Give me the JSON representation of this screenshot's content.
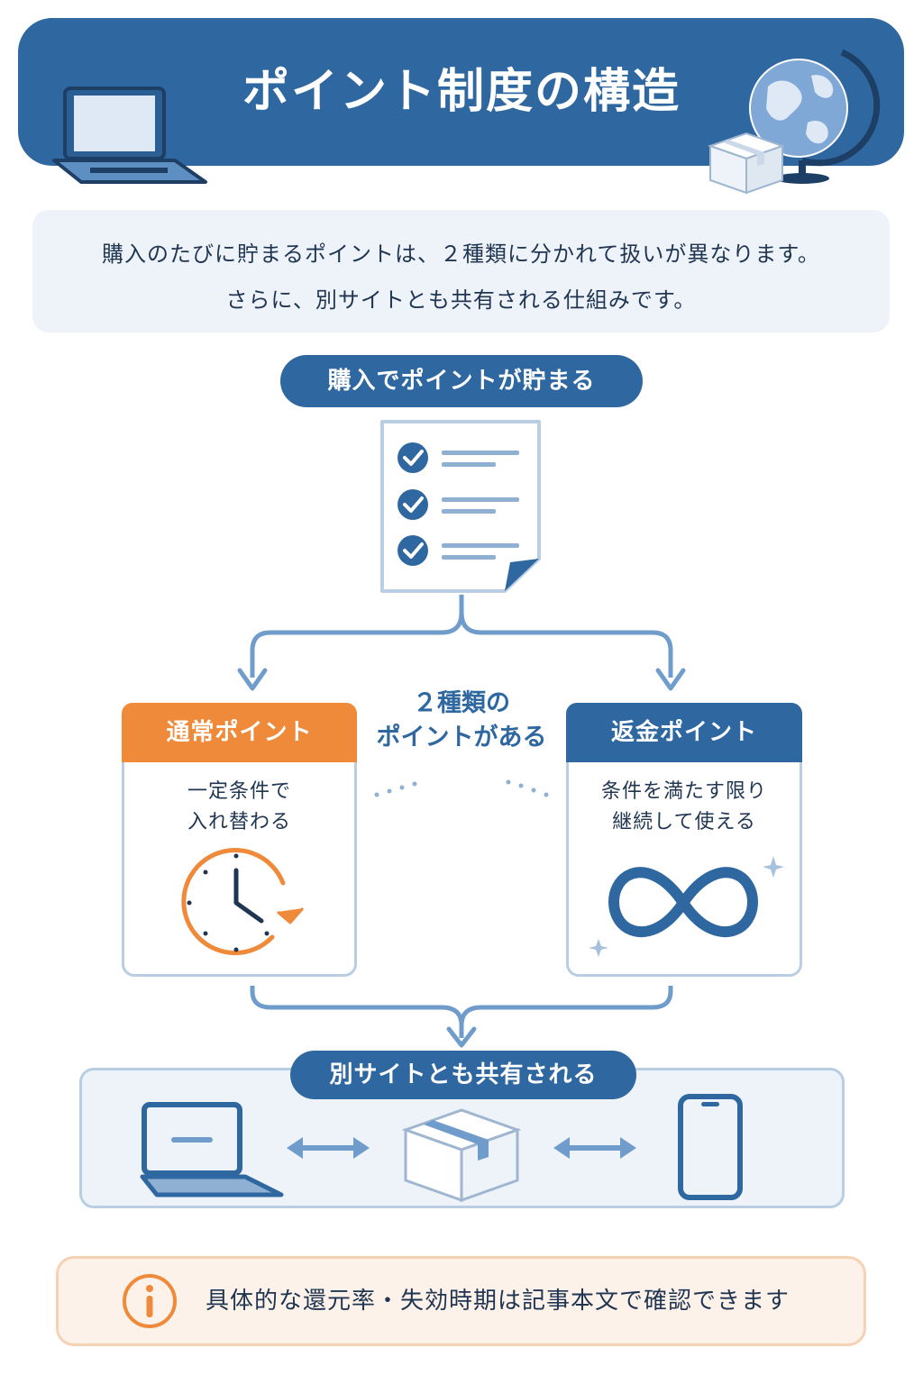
{
  "header": {
    "title": "ポイント制度の構造"
  },
  "intro": {
    "line1": "購入のたびに貯まるポイントは、２種類に分かれて扱いが異なります。",
    "line2": "さらに、別サイトとも共有される仕組みです。"
  },
  "step1": {
    "label": "購入でポイントが貯まる"
  },
  "center_label": {
    "line1": "２種類の",
    "line2": "ポイントがある"
  },
  "cards": [
    {
      "title": "通常ポイント",
      "line1": "一定条件で",
      "line2": "入れ替わる",
      "color": "#ee8a3a",
      "icon": "clock-icon"
    },
    {
      "title": "返金ポイント",
      "line1": "条件を満たす限り",
      "line2": "継続して使える",
      "color": "#2f68a0",
      "icon": "infinity-icon"
    }
  ],
  "share": {
    "label": "別サイトとも共有される"
  },
  "note": {
    "text": "具体的な還元率・失効時期は記事本文で確認できます",
    "color": "#ee8a3a"
  },
  "colors": {
    "primary": "#2f68a0",
    "accent": "#ee8a3a",
    "light": "#eef3fa",
    "border": "#b9cde3"
  }
}
